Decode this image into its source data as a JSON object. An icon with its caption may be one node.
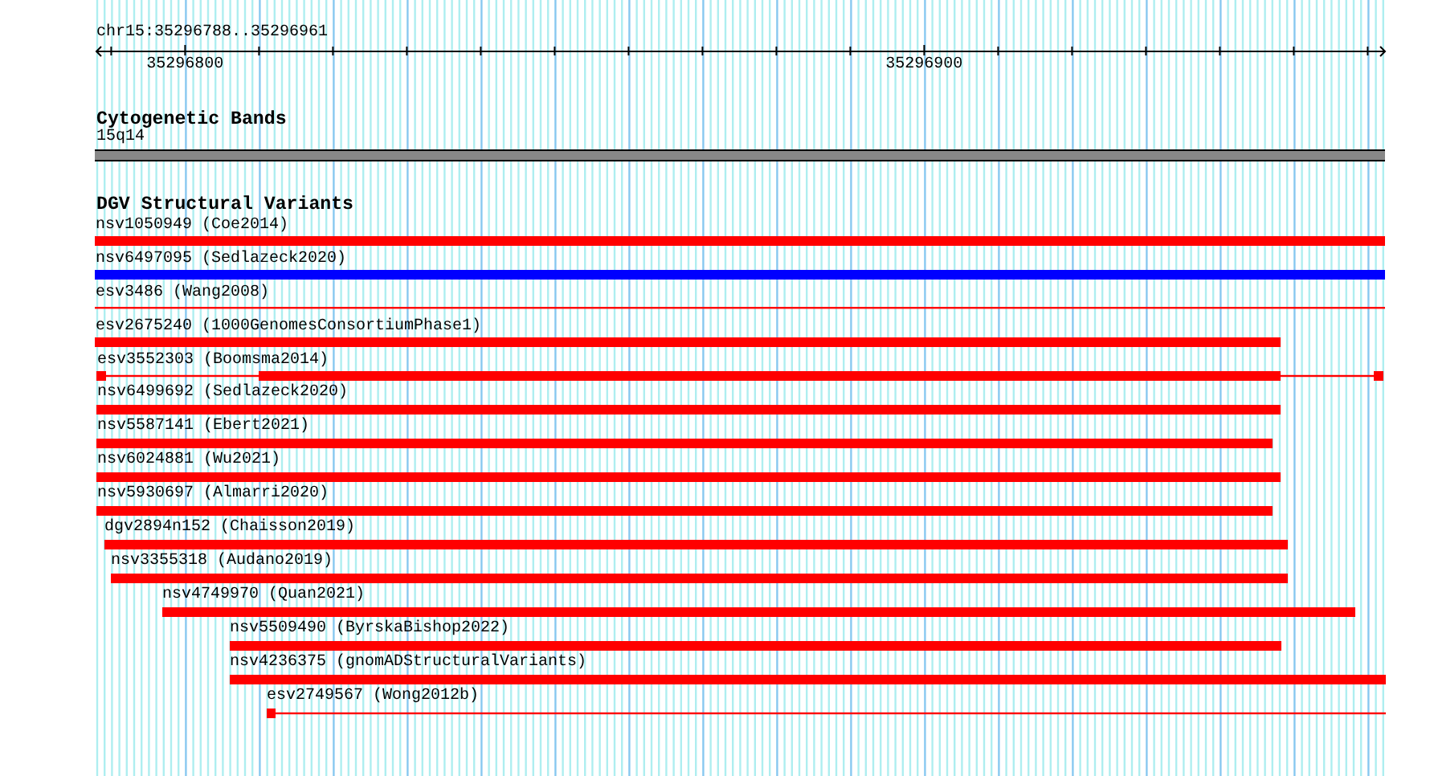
{
  "diagram": {
    "nodes": [
      {
        "text": [
          "15q14"
        ]
      },
      {
        "text": [
          "nsv1050949 (Coe2014)"
        ]
      },
      {
        "text": [
          "nsv6497095 (Sedlazeck2020)"
        ]
      },
      {
        "text": [
          "esv3486 (Wang2008)"
        ]
      },
      {
        "text": [
          "esv2675240 (1000GenomesConsortiumPhase1)"
        ]
      },
      {
        "text": [
          "esv3552303 (Boomsma2014)"
        ]
      },
      {
        "text": [
          "nsv6499692 (Sedlazeck2020)"
        ]
      },
      {
        "text": [
          "nsv5587141 (Ebert2021)"
        ]
      },
      {
        "text": [
          "nsv6024881 (Wu2021)"
        ]
      },
      {
        "text": [
          "nsv5930697 (Almarri2020)"
        ]
      },
      {
        "text": [
          "dgv2894n152 (Chaisson2019)"
        ]
      },
      {
        "text": [
          "nsv3355318 (Audano2019)"
        ]
      },
      {
        "text": [
          "nsv4749970 (Quan2021)"
        ]
      },
      {
        "text": [
          "nsv5509490 (ByrskaBishop2022)"
        ]
      },
      {
        "text": [
          "nsv4236375 (gnomADStructuralVariants)"
        ]
      },
      {
        "text": [
          "esv2749567 (Wong2012b)"
        ]
      }
    ],
    "labels": [
      "chr15:35296788..35296961",
      "35296800",
      "35296900",
      "Cytogenetic Bands",
      "DGV Structural Variants"
    ]
  }
}
